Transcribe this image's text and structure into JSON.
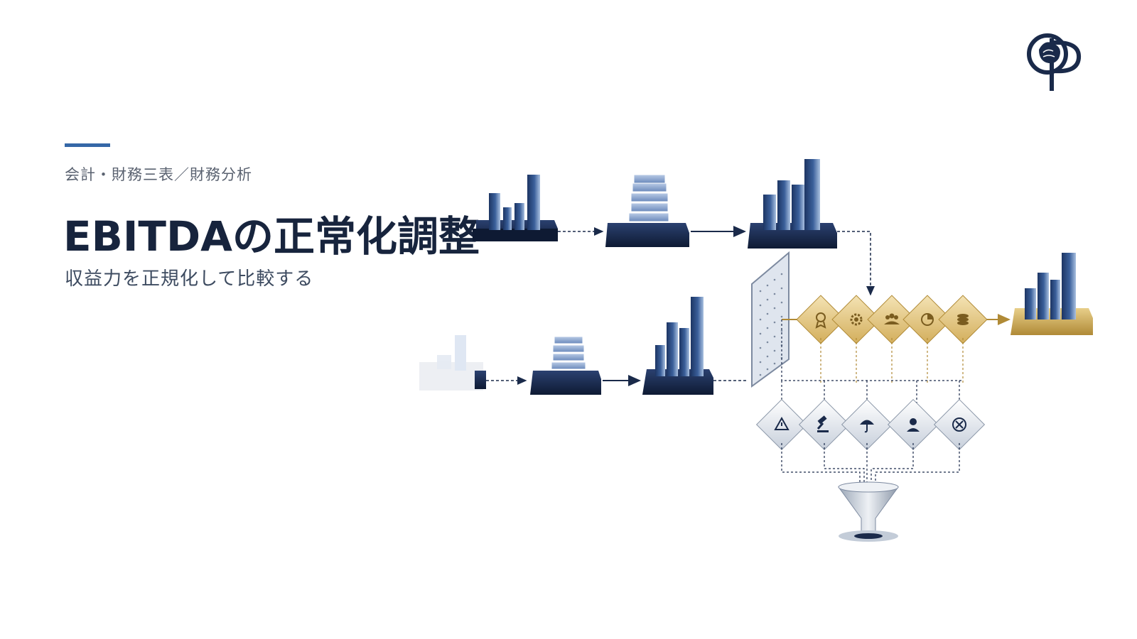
{
  "header": {
    "category": "会計・財務三表／財務分析",
    "title": "EBITDAの正常化調整",
    "subtitle": "収益力を正規化して比較する"
  },
  "logo": {
    "name": "lion-op-logo-icon",
    "color": "#1a2a4a"
  },
  "colors": {
    "navy": "#1a2a4a",
    "accent": "#3567a7",
    "gold": "#c9a24a",
    "silver": "#b8c2cf"
  },
  "diagram": {
    "gold_icons": [
      "award-icon",
      "gear-icon",
      "team-icon",
      "pie-chart-icon",
      "coins-icon"
    ],
    "silver_icons": [
      "warning-icon",
      "gavel-icon",
      "umbrella-icon",
      "person-icon",
      "cancel-icon"
    ]
  }
}
